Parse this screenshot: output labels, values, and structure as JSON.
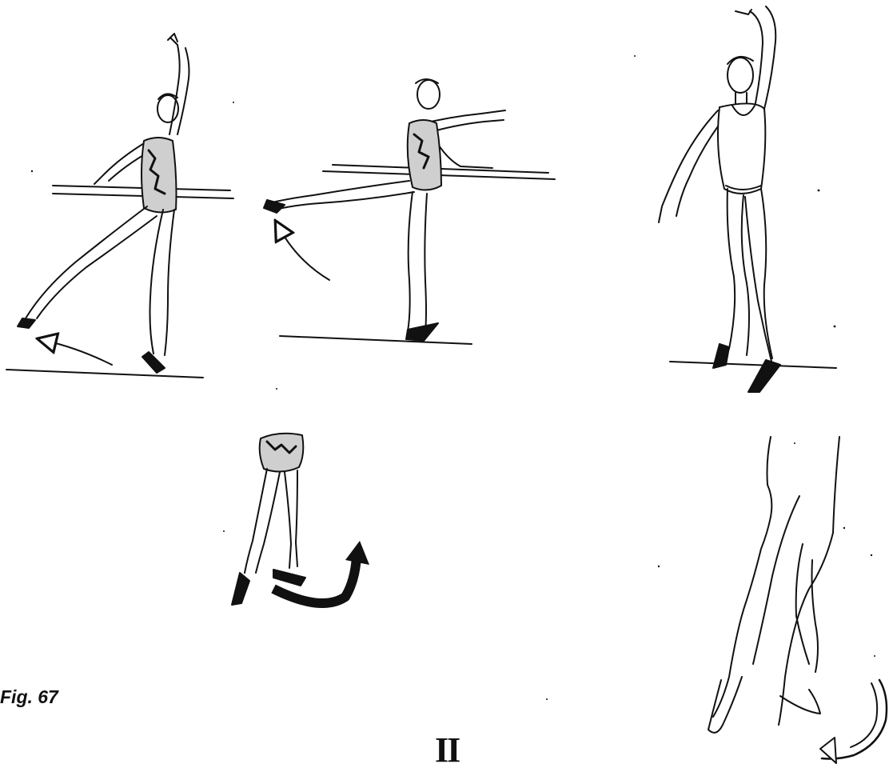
{
  "figure": {
    "label": "Fig. 67",
    "section_numeral": "II"
  },
  "colors": {
    "ink": "#111111",
    "paper": "#ffffff"
  },
  "panels": [
    {
      "name": "dancer-1",
      "icon": "dancer-arabesque-low-icon"
    },
    {
      "name": "dancer-2",
      "icon": "dancer-arabesque-high-icon"
    },
    {
      "name": "dancer-3",
      "icon": "dancer-standing-croise-icon"
    },
    {
      "name": "legs-detail-1",
      "icon": "legs-turn-icon"
    },
    {
      "name": "legs-detail-2",
      "icon": "legs-crossed-icon"
    }
  ]
}
